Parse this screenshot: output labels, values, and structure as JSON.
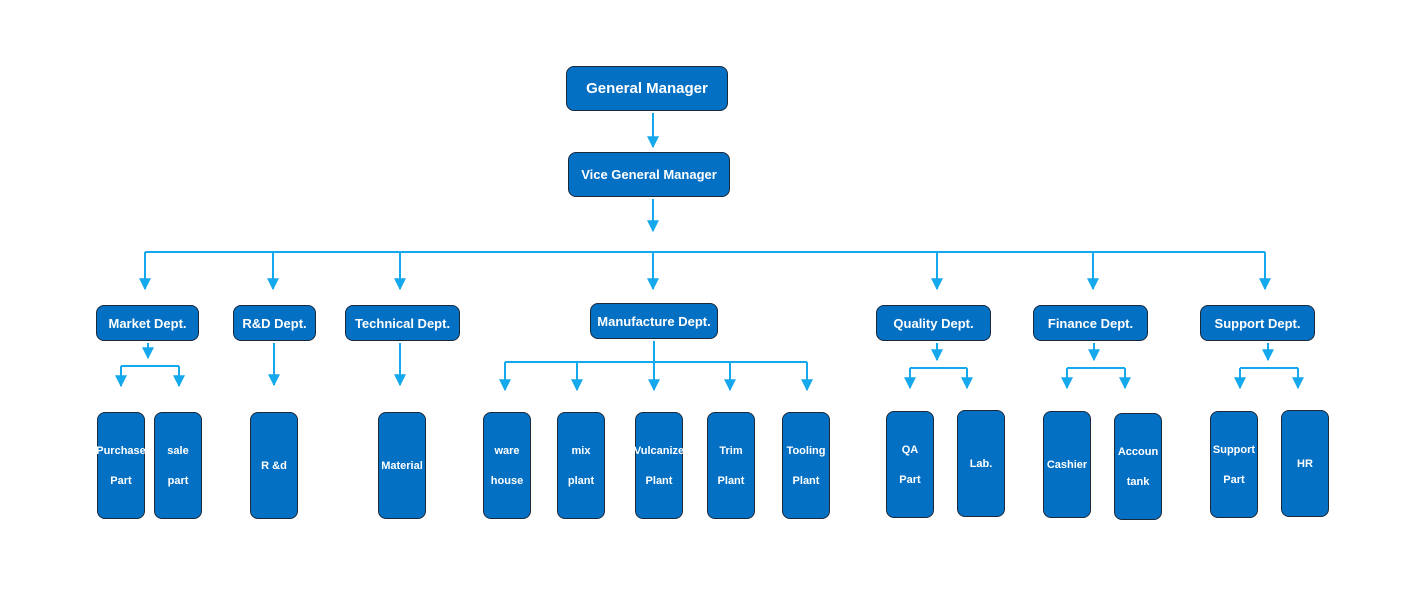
{
  "colors": {
    "node_fill": "#0470c4",
    "node_border": "#1a2a3a",
    "connector": "#16a8ec",
    "node_text": "#ffffff"
  },
  "top": {
    "general_manager": "General Manager",
    "vice_general_manager": "Vice General Manager"
  },
  "departments": [
    {
      "name": "Market Dept.",
      "units": [
        [
          "Purchase",
          "Part"
        ],
        [
          "sale",
          "part"
        ]
      ]
    },
    {
      "name": "R&D Dept.",
      "units": [
        [
          "R &d"
        ]
      ]
    },
    {
      "name": "Technical Dept.",
      "units": [
        [
          "Material"
        ]
      ]
    },
    {
      "name": "Manufacture Dept.",
      "units": [
        [
          "ware",
          "house"
        ],
        [
          "mix",
          "plant"
        ],
        [
          "Vulcanize",
          "Plant"
        ],
        [
          "Trim",
          "Plant"
        ],
        [
          "Tooling",
          "Plant"
        ]
      ]
    },
    {
      "name": "Quality Dept.",
      "units": [
        [
          "QA",
          "Part"
        ],
        [
          "Lab."
        ]
      ]
    },
    {
      "name": "Finance Dept.",
      "units": [
        [
          "Cashier"
        ],
        [
          "Accoun",
          "tank"
        ]
      ]
    },
    {
      "name": "Support Dept.",
      "units": [
        [
          "Support",
          "Part"
        ],
        [
          "HR"
        ]
      ]
    }
  ]
}
